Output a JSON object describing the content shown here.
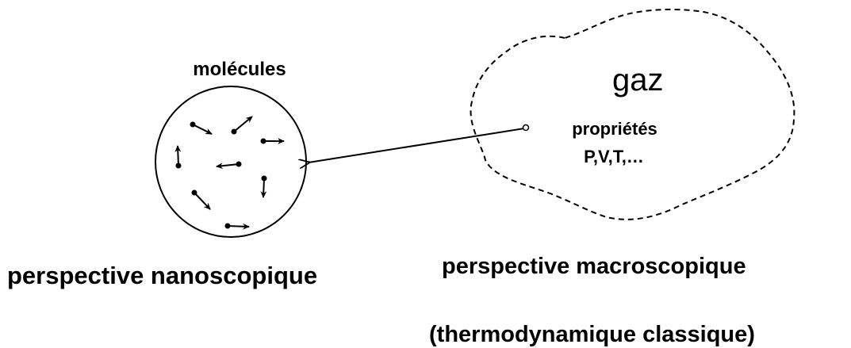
{
  "nano": {
    "label_molecules": "molécules",
    "caption": "perspective nanoscopique"
  },
  "macro": {
    "label_gas": "gaz",
    "properties_line1": "propriétés",
    "properties_line2": "P,V,T,…",
    "caption_line1": "perspective macroscopique",
    "caption_line2": "(thermodynamique classique)"
  },
  "colors": {
    "ink": "#000000",
    "background": "#ffffff"
  }
}
